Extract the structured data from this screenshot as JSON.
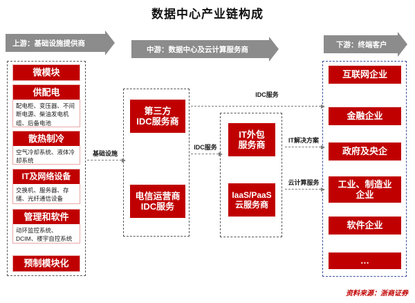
{
  "page": {
    "title": "数据中心产业链构成",
    "source_note": "资料来源：浙商证券"
  },
  "banners": [
    {
      "id": "upstream",
      "label": "上游：基础设施提供商"
    },
    {
      "id": "midstream",
      "label": "中游：数据中心及云计算服务商"
    },
    {
      "id": "downstream",
      "label": "下游：终端客户"
    }
  ],
  "upstream": {
    "items": [
      {
        "title": "微模块",
        "detail": ""
      },
      {
        "title": "供配电",
        "detail": "配电柜、变压器、不间断电源、柴油发电机组、后备电池"
      },
      {
        "title": "散热制冷",
        "detail": "空气冷却系统、液体冷却系统"
      },
      {
        "title": "IT及网络设备",
        "detail": "交换机、服务器、存储、光纤通信设备"
      },
      {
        "title": "管理和软件",
        "detail": "动环监控系统、DCIM、楼宇自控系统"
      },
      {
        "title": "预制模块化",
        "detail": ""
      }
    ]
  },
  "midstream_idc": {
    "items": [
      {
        "title": "第三方\nIDC服务商"
      },
      {
        "title": "电信运营商\nIDC服务"
      }
    ]
  },
  "midstream_cloud": {
    "items": [
      {
        "title": "IT外包\n服务商"
      },
      {
        "title": "IaaS/PaaS\n云服务商"
      }
    ]
  },
  "downstream": {
    "items": [
      {
        "title": "互联网企业"
      },
      {
        "title": "金融企业"
      },
      {
        "title": "政府及央企"
      },
      {
        "title": "工业、制造业\n企业"
      },
      {
        "title": "软件企业"
      },
      {
        "title": "…"
      }
    ]
  },
  "connectors": [
    {
      "id": "infrastructure",
      "label": "基础设施"
    },
    {
      "id": "idc-service-mid",
      "label": "IDC服务"
    },
    {
      "id": "idc-service-top",
      "label": "IDC服务"
    },
    {
      "id": "it-solution",
      "label": "IT解决方案"
    },
    {
      "id": "cloud-service",
      "label": "云计算服务"
    }
  ],
  "colors": {
    "red": "#C00000",
    "banner_gray": "#8c8c8c",
    "frame_gray": "#555555",
    "frame_blue": "#3b4f9e"
  }
}
